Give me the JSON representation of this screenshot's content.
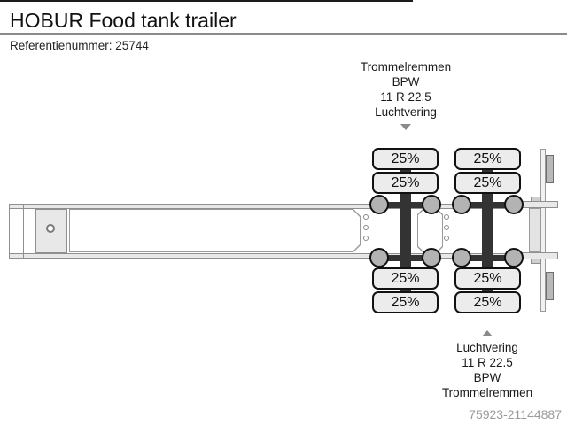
{
  "header": {
    "title": "HOBUR Food tank trailer",
    "reference": "Referentienummer: 25744"
  },
  "front_axle_annotation": {
    "lines": [
      "Trommelremmen",
      "BPW",
      "11 R 22.5",
      "Luchtvering"
    ],
    "arrow": "down"
  },
  "rear_axle_annotation": {
    "lines": [
      "Luchtvering",
      "11 R 22.5",
      "BPW",
      "Trommelremmen"
    ],
    "arrow": "up"
  },
  "diagram": {
    "type": "trailer-axle-load-schematic",
    "axles": [
      {
        "loads": [
          "25%",
          "25%",
          "25%",
          "25%"
        ]
      },
      {
        "loads": [
          "25%",
          "25%",
          "25%",
          "25%"
        ]
      }
    ]
  },
  "watermark": "75923-21144887",
  "colors": {
    "tire_fill": "#ececec",
    "hub_fill": "#b3b3b3",
    "axle_bar": "#333333",
    "beam_band": "#e8e8e8",
    "beam_border": "#8f8f8f",
    "annotation_arrow": "#8a8a8a",
    "watermark_text": "#9a9a9a"
  }
}
